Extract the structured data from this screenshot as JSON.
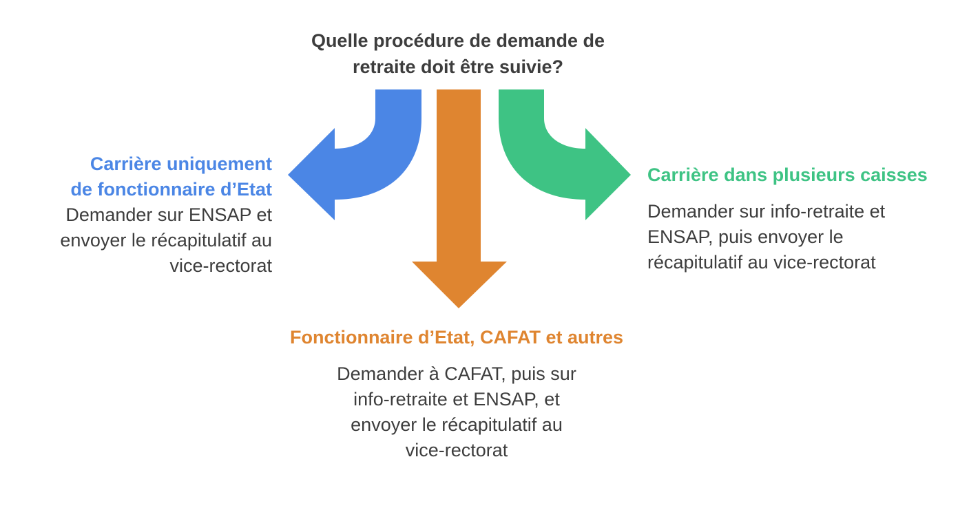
{
  "question": {
    "lines": [
      "Quelle procédure de demande de",
      "retraite doit être suivie?"
    ]
  },
  "colors": {
    "blue": "#4b86e5",
    "orange": "#df8530",
    "green": "#3ec384",
    "text": "#3d3d3d"
  },
  "branches": {
    "left": {
      "title_lines": [
        "Carrière uniquement",
        "de fonctionnaire d’Etat"
      ],
      "desc_lines": [
        "Demander sur ENSAP et",
        "envoyer le récapitulatif au",
        "vice-rectorat"
      ]
    },
    "right": {
      "title": "Carrière dans plusieurs caisses",
      "desc_lines": [
        "Demander sur info-retraite et",
        "ENSAP, puis envoyer le",
        "récapitulatif au vice-rectorat"
      ]
    },
    "bottom": {
      "title": "Fonctionnaire d’Etat, CAFAT et autres",
      "desc_lines": [
        "Demander à CAFAT, puis sur",
        "info-retraite et ENSAP, et",
        "envoyer le récapitulatif au",
        "vice-rectorat"
      ]
    }
  }
}
